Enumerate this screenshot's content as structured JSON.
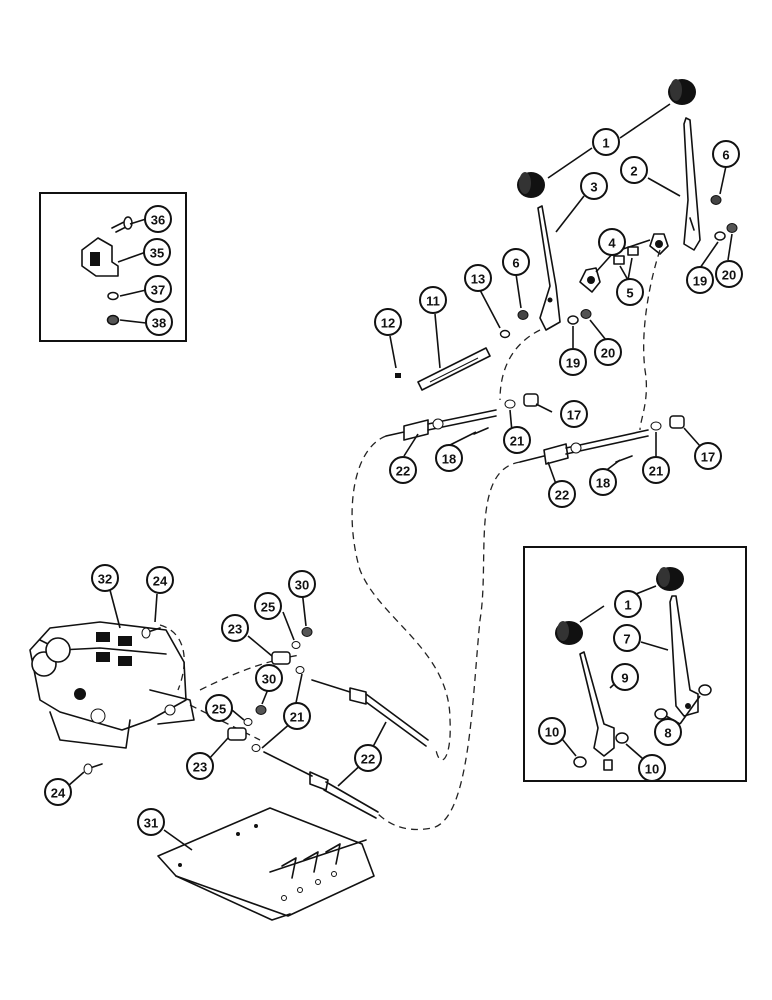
{
  "diagram": {
    "callouts": {
      "c1a": "1",
      "c2": "2",
      "c3": "3",
      "c4": "4",
      "c5": "5",
      "c6a": "6",
      "c6b": "6",
      "c11": "11",
      "c12": "12",
      "c13": "13",
      "c17a": "17",
      "c17b": "17",
      "c18a": "18",
      "c18b": "18",
      "c19a": "19",
      "c19b": "19",
      "c20a": "20",
      "c20b": "20",
      "c21a": "21",
      "c21b": "21",
      "c21c": "21",
      "c22a": "22",
      "c22b": "22",
      "c22c": "22",
      "c23a": "23",
      "c23b": "23",
      "c24a": "24",
      "c24b": "24",
      "c25a": "25",
      "c25b": "25",
      "c30a": "30",
      "c30b": "30",
      "c31": "31",
      "c32": "32",
      "c35": "35",
      "c36": "36",
      "c37": "37",
      "c38": "38",
      "c1b": "1",
      "c7": "7",
      "c8": "8",
      "c9": "9",
      "c10a": "10",
      "c10b": "10"
    }
  }
}
